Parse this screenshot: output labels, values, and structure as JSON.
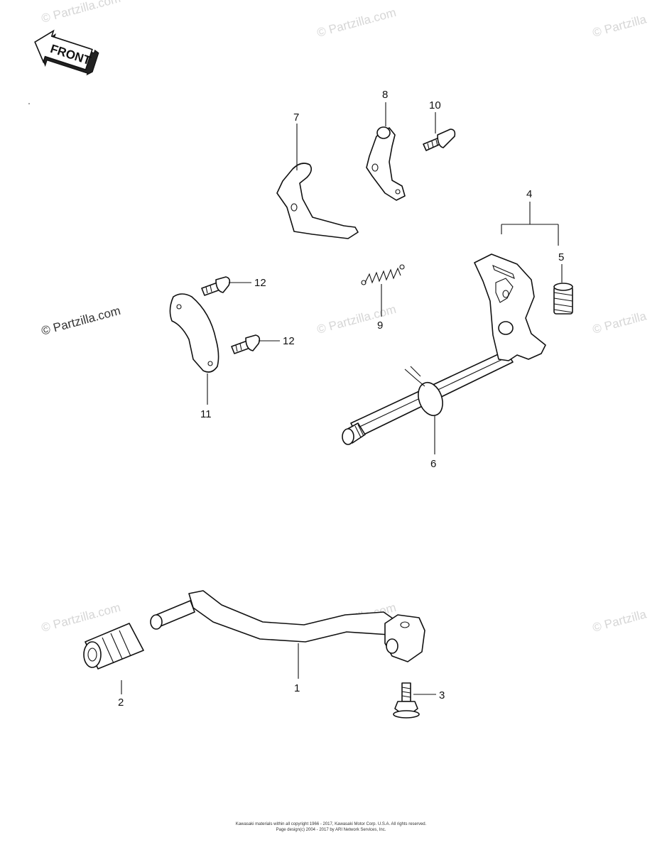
{
  "front_label": "FRONT",
  "watermark": "© Partzilla.com",
  "watermark_short": "© Partzilla",
  "callouts": {
    "c1": "1",
    "c2": "2",
    "c3": "3",
    "c4": "4",
    "c5": "5",
    "c6": "6",
    "c7": "7",
    "c8": "8",
    "c9": "9",
    "c10": "10",
    "c11": "11",
    "c12a": "12",
    "c12b": "12"
  },
  "footer": {
    "line1": "Kawasaki materials within all copyright 1966 - 2017, Kawasaki Motor Corp. U.S.A.   All rights reserved.",
    "line2": "Page design(c) 2004 - 2017 by ARI Network Services, Inc."
  }
}
